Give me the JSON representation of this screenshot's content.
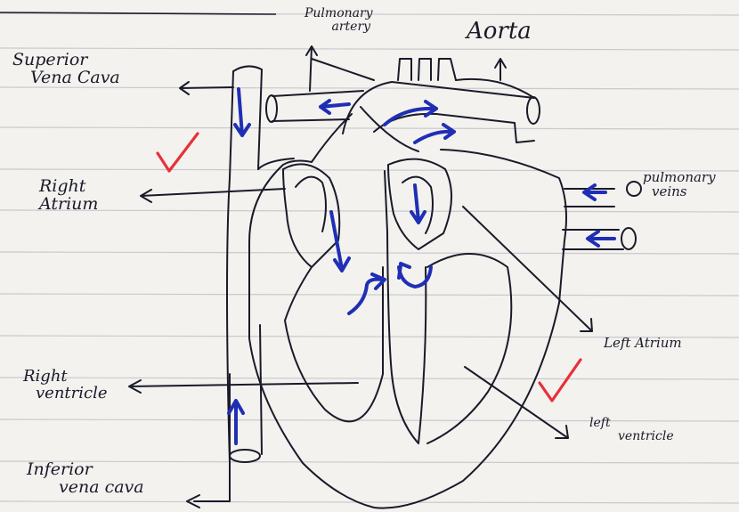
{
  "labels": {
    "superior_vena_cava": [
      "Superior",
      "Vena Cava"
    ],
    "pulmonary_artery": [
      "Pulmonary",
      "artery"
    ],
    "aorta": "Aorta",
    "right_atrium": [
      "Right",
      "Atrium"
    ],
    "pulmonary_veins": [
      "pulmonary",
      "veins"
    ],
    "left_atrium": "Left Atrium",
    "right_ventricle": [
      "Right",
      "ventricle"
    ],
    "left_ventricle": [
      "left",
      "ventricle"
    ],
    "inferior_vena_cava": [
      "Inferior",
      "vena cava"
    ]
  },
  "colors": {
    "ink": "#1a1a2a",
    "flow_arrows": "#1f2fb5",
    "tick_marks": "#e8303a",
    "ruled_lines": "#c9c9cf"
  }
}
